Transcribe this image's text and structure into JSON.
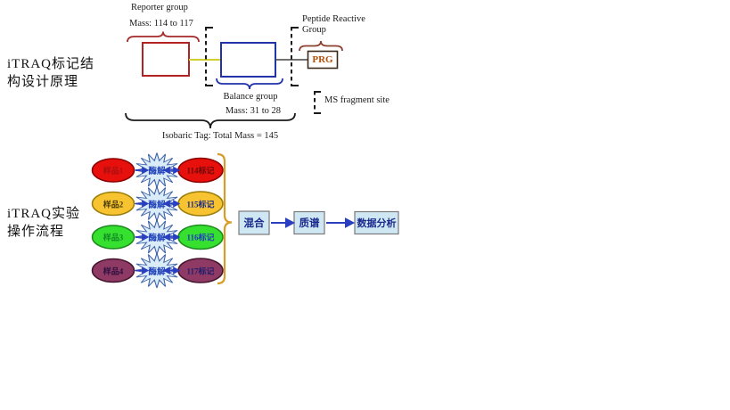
{
  "structure_section": {
    "title_line1": "iTRAQ标记结",
    "title_line2": "构设计原理",
    "reporter_group_label": "Reporter group",
    "reporter_mass_label": "Mass: 114 to 117",
    "balance_group_label": "Balance group",
    "balance_mass_label": "Mass: 31 to 28",
    "peptide_reactive_line1": "Peptide Reactive",
    "peptide_reactive_line2": "Group",
    "prg_label": "PRG",
    "ms_fragment_label": "MS fragment site",
    "isobaric_label": "Isobaric Tag: Total Mass = 145"
  },
  "workflow_section": {
    "title_line1": "iTRAQ实验",
    "title_line2": "操作流程",
    "digest_label": "酶解",
    "rows": [
      {
        "sample": "样品1",
        "tag": "114标记",
        "fill": "#e8100c",
        "stroke": "#8b0000",
        "sample_color": "#a81010",
        "tag_color": "#6b0a0a"
      },
      {
        "sample": "样品2",
        "tag": "115标记",
        "fill": "#f7c331",
        "stroke": "#9a7d0a",
        "sample_color": "#4a3c08",
        "tag_color": "#1b2a8a"
      },
      {
        "sample": "样品3",
        "tag": "116标记",
        "fill": "#35e02e",
        "stroke": "#1e8a1e",
        "sample_color": "#128a28",
        "tag_color": "#2438c8"
      },
      {
        "sample": "样品4",
        "tag": "117标记",
        "fill": "#8e3a64",
        "stroke": "#45152e",
        "sample_color": "#2e1040",
        "tag_color": "#201d6e"
      }
    ],
    "flow_steps": [
      {
        "label": "混合"
      },
      {
        "label": "质谱"
      },
      {
        "label": "数据分析"
      }
    ]
  },
  "colors": {
    "red_box_border": "#b22222",
    "blue_box_border": "#2233aa",
    "yellow_connector": "#cfcf30",
    "gray_connector": "#444444",
    "red_brace": "#a52a2a",
    "blue_brace": "#2233aa",
    "brown_brace": "#8b4030",
    "black_brace": "#1a1a1a",
    "orange_brace": "#d89c28",
    "prg_text": "#b4500a",
    "arrow_blue": "#2a3ec0",
    "starburst_fill": "#d9ecf8",
    "starburst_stroke": "#3d5fa8",
    "flow_box_fill": "#cfe7f3",
    "flow_box_border": "#7a7a7a",
    "flow_text": "#1a2a8c"
  }
}
